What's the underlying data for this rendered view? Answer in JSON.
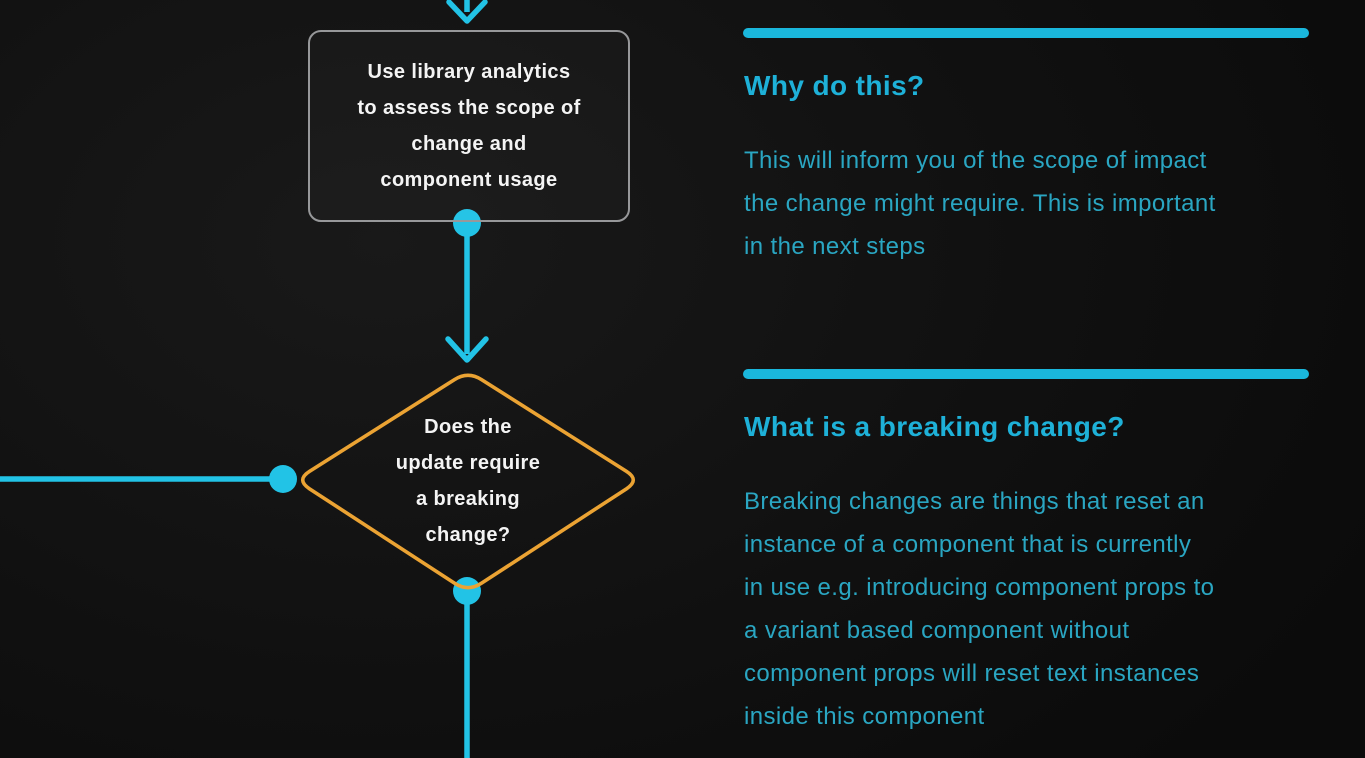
{
  "colors": {
    "accent_cyan": "#22c3e6",
    "bar_cyan": "#1ab7dc",
    "heading_cyan": "#1eb1d8",
    "body_cyan": "#2aa6c2",
    "diamond_orange": "#eba333",
    "node_border_gray": "#97989a",
    "node_text_white": "#f4f4f4",
    "background": "#101010"
  },
  "flowchart": {
    "process_node": {
      "text": "Use library analytics\nto assess the scope of\nchange and\ncomponent usage"
    },
    "decision_node": {
      "text": "Does the\nupdate require\na breaking\nchange?"
    }
  },
  "notes": [
    {
      "heading": "Why do this?",
      "body": "This will inform you of the scope of impact\nthe change might require. This is important\nin the next steps"
    },
    {
      "heading": "What is a breaking change?",
      "body": "Breaking changes are things that reset an\ninstance of a component that is currently\nin use e.g. introducing component props to\na variant based component without\ncomponent props will reset text instances\ninside this component"
    }
  ]
}
